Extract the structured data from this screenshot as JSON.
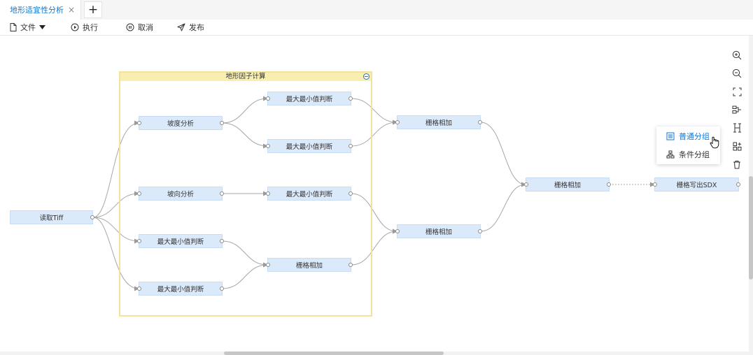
{
  "tabs": [
    {
      "label": "地形适宜性分析",
      "active": true,
      "close": "×"
    }
  ],
  "add_tab_label": "+",
  "toolbar": {
    "file": "文件",
    "run": "执行",
    "cancel": "取消",
    "publish": "发布"
  },
  "group": {
    "title": "地形因子计算"
  },
  "nodes": {
    "read_tiff": "读取Tiff",
    "slope": "坡度分析",
    "aspect": "坡向分析",
    "minmax_a": "最大最小值判断",
    "minmax_b": "最大最小值判断",
    "minmax_1": "最大最小值判断",
    "minmax_2": "最大最小值判断",
    "minmax_3": "最大最小值判断",
    "overlay_g": "栅格相加",
    "overlay_1": "栅格相加",
    "overlay_2": "栅格相加",
    "overlay_3": "栅格相加",
    "write_sdx": "栅格写出SDX"
  },
  "context_menu": {
    "items": [
      {
        "label": "普通分组",
        "highlighted": true
      },
      {
        "label": "条件分组",
        "highlighted": false
      }
    ]
  },
  "right_tools": [
    "zoom-in-icon",
    "zoom-out-icon",
    "fit-view-icon",
    "horizontal-layout-icon",
    "vertical-layout-icon",
    "group-icon",
    "delete-icon"
  ],
  "colors": {
    "accent": "#1677d2",
    "node_fill": "#dbeafa",
    "group_border": "#f3e39a",
    "group_header": "#f7eeaf"
  }
}
